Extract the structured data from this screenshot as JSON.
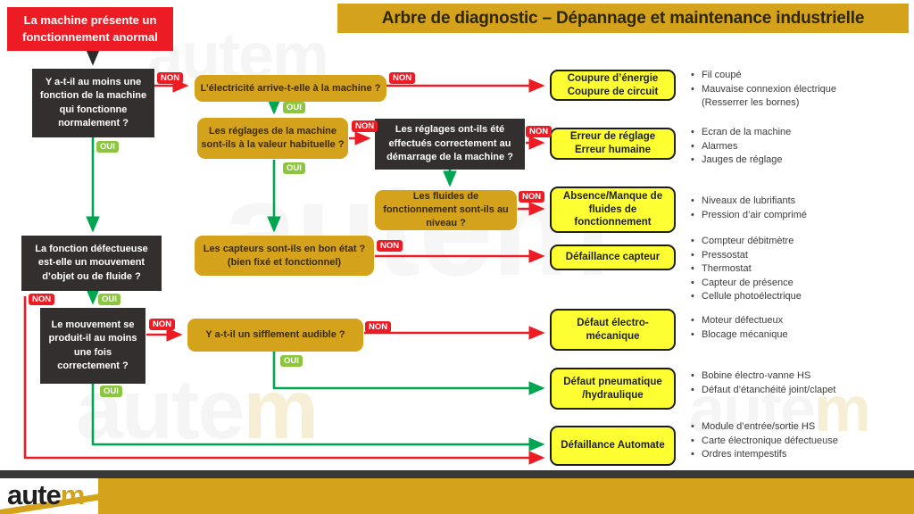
{
  "title": "Arbre de diagnostic – Dépannage et maintenance industrielle",
  "watermark": "autem",
  "logo": {
    "black": "aute",
    "gold": "m"
  },
  "labels": {
    "yes": "OUI",
    "no": "NON"
  },
  "nodes": {
    "start": "La machine présente un\nfonctionnement  anormal",
    "q1": "Y a-t-il au moins une\nfonction de la machine\nqui fonctionne\nnormalement ?",
    "q_elec": "L’électricité arrive-t-elle à la machine ?",
    "q_reglages": "Les réglages de la machine\nsont-ils à la valeur habituelle ?",
    "q_reglages2": "Les réglages ont-ils été\neffectués correctement au\ndémarrage de la machine ?",
    "q_fluides": "Les fluides de\nfonctionnement sont-ils au\nniveau ?",
    "q_capteurs": "Les capteurs sont-ils en bon état ?\n(bien fixé et fonctionnel)",
    "q_fonction": "La fonction défectueuse\nest-elle un mouvement\nd’objet ou de fluide ?",
    "q_mouvement": "Le mouvement se\nproduit-il au moins\nune fois\ncorrectement ?",
    "q_sifflement": "Y a-t-il un sifflement audible ?",
    "r_coupure": "Coupure d’énergie\nCoupure de circuit",
    "r_erreur": "Erreur de réglage\nErreur humaine",
    "r_absence": "Absence/Manque de\nfluides de\nfonctionnement",
    "r_capteur": "Défaillance capteur",
    "r_electromeca": "Défaut électro-\nmécanique",
    "r_pneumatique": "Défaut pneumatique\n/hydraulique",
    "r_automate": "Défaillance Automate"
  },
  "causes": {
    "coupure": [
      "Fil coupé",
      "Mauvaise connexion électrique\n(Resserrer les bornes)"
    ],
    "reglage": [
      "Ecran de la machine",
      "Alarmes",
      "Jauges de réglage"
    ],
    "fluides": [
      "Niveaux de lubrifiants",
      "Pression d’air comprimé"
    ],
    "capteur": [
      "Compteur débitmètre",
      "Pressostat",
      "Thermostat",
      "Capteur de présence",
      "Cellule photoélectrique"
    ],
    "electromeca": [
      "Moteur défectueux",
      "Blocage mécanique"
    ],
    "pneumatique": [
      "Bobine électro-vanne HS",
      "Défaut d’étanchéité joint/clapet"
    ],
    "automate": [
      "Module d’entrée/sortie HS",
      "Carte électronique défectueuse",
      "Ordres intempestifs"
    ]
  },
  "colors": {
    "gold": "#d5a21b",
    "yellow": "#feff32",
    "red": "#ed1c24",
    "green_line": "#00a551",
    "green_tag": "#8cc63e",
    "dark_box": "#332f2f"
  }
}
